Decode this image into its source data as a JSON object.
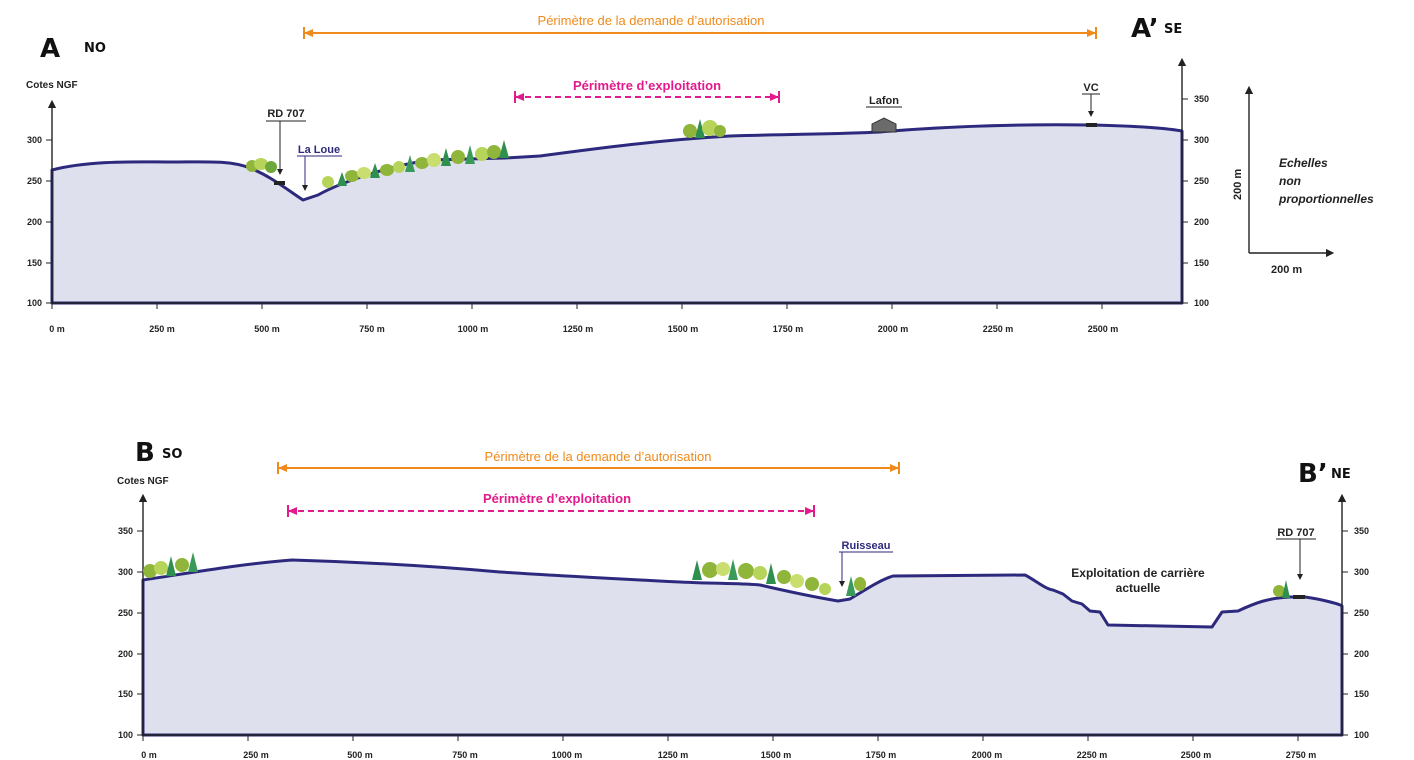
{
  "profile_a": {
    "start_letter": "A",
    "start_dir": "NO",
    "end_letter": "A’",
    "end_dir": "SE",
    "y_axis_title": "Cotes NGF",
    "perimetre_demande": "Périmètre de la demande d’autorisation",
    "perimetre_exploitation": "Périmètre d’exploitation",
    "labels": {
      "rd707": "RD 707",
      "la_loue": "La Loue",
      "lafon": "Lafon",
      "vc": "VC"
    },
    "x_ticks": [
      "0 m",
      "250 m",
      "500 m",
      "750 m",
      "1000 m",
      "1250 m",
      "1500 m",
      "1750 m",
      "2000 m",
      "2250 m",
      "2500 m"
    ],
    "y_ticks_left": [
      "100",
      "150",
      "200",
      "250",
      "300"
    ],
    "y_ticks_right": [
      "100",
      "150",
      "200",
      "250",
      "300",
      "350"
    ]
  },
  "profile_b": {
    "start_letter": "B",
    "start_dir": "SO",
    "end_letter": "B’",
    "end_dir": "NE",
    "y_axis_title": "Cotes NGF",
    "perimetre_demande": "Périmètre de la demande d’autorisation",
    "perimetre_exploitation": "Périmètre d’exploitation",
    "labels": {
      "ruisseau": "Ruisseau",
      "carriere_line1": "Exploitation de carrière",
      "carriere_line2": "actuelle",
      "rd707": "RD 707"
    },
    "x_ticks": [
      "0 m",
      "250 m",
      "500 m",
      "750 m",
      "1000 m",
      "1250 m",
      "1500 m",
      "1750 m",
      "2000 m",
      "2250 m",
      "2500 m",
      "2750 m"
    ],
    "y_ticks_left": [
      "100",
      "150",
      "200",
      "250",
      "300",
      "350"
    ],
    "y_ticks_right": [
      "100",
      "150",
      "200",
      "250",
      "300",
      "350"
    ]
  },
  "scale_legend": {
    "vertical": "200 m",
    "horizontal": "200 m",
    "note_line1": "Echelles",
    "note_line2": "non",
    "note_line3": "proportionnelles"
  },
  "colors": {
    "terrain_fill": "#dfe0ee",
    "terrain_line": "#2d2a7e",
    "demande_arrow": "#f08a1c",
    "exploitation_arrow": "#e21a8c",
    "label_blue": "#2d2a7e"
  }
}
